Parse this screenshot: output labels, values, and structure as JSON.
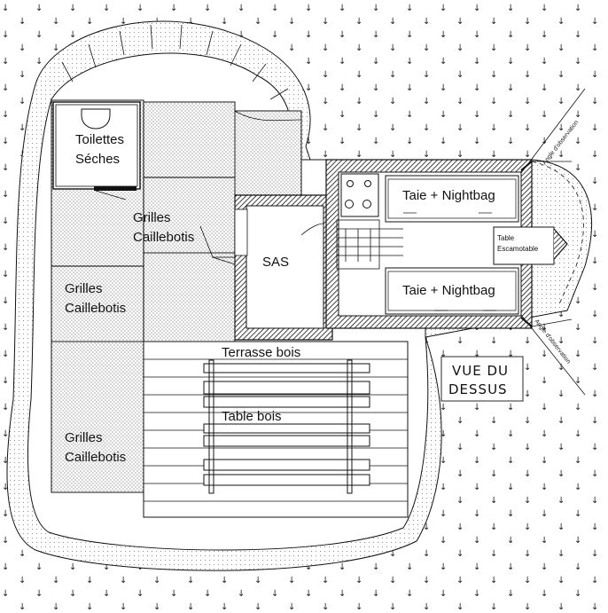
{
  "labels": {
    "toilets_line1": "Toilettes",
    "toilets_line2": "Séches",
    "grilles_top_line1": "Grilles",
    "grilles_top_line2": "Caillebotis",
    "grilles_mid_line1": "Grilles",
    "grilles_mid_line2": "Caillebotis",
    "grilles_bot_line1": "Grilles",
    "grilles_bot_line2": "Caillebotis",
    "sas": "SAS",
    "bed_top": "Taie + Nightbag",
    "bed_bottom": "Taie + Nightbag",
    "table_line1": "Table",
    "table_line2": "Escamotable",
    "terrace": "Terrasse bois",
    "table_wood": "Table bois",
    "view_line1": "VUE DU",
    "view_line2": "DESSUS",
    "angle_top": "Angle d'observation",
    "angle_bottom": "Angle d'observation"
  },
  "colors": {
    "line": "#111111",
    "wall_hatch": "#111111",
    "background": "#ffffff"
  }
}
